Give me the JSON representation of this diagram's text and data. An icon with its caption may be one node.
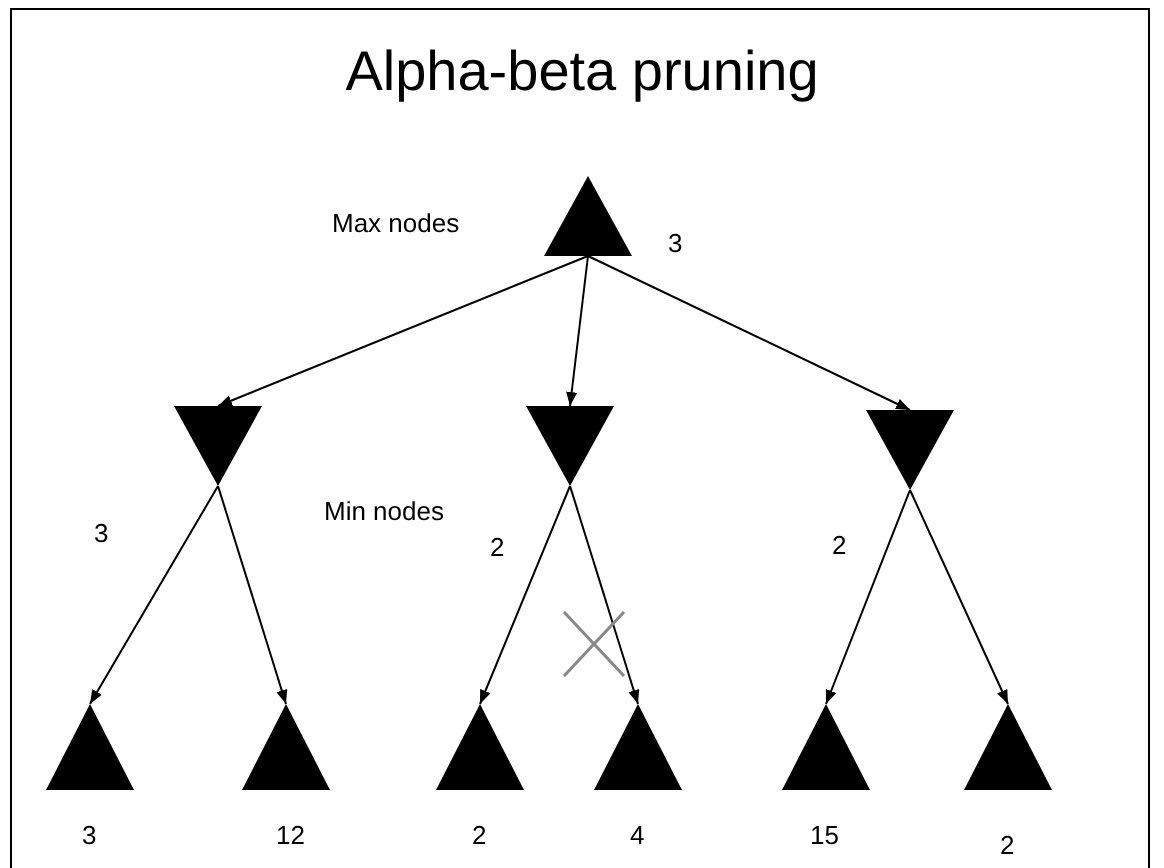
{
  "diagram": {
    "title": "Alpha-beta pruning",
    "nodes": [
      {
        "text": [],
        "shape": "triangle",
        "beside": [
          "3"
        ]
      },
      {
        "text": [],
        "shape": "triangle",
        "beside": [
          "3"
        ]
      },
      {
        "text": [],
        "shape": "triangle",
        "beside": [
          "2"
        ]
      },
      {
        "text": [],
        "shape": "triangle",
        "beside": [
          "2"
        ]
      },
      {
        "text": [],
        "shape": "triangle",
        "beside": [
          "3"
        ]
      },
      {
        "text": [],
        "shape": "triangle",
        "beside": [
          "12"
        ]
      },
      {
        "text": [],
        "shape": "triangle",
        "beside": [
          "2"
        ]
      },
      {
        "text": [],
        "shape": "triangle",
        "beside": [
          "4"
        ]
      },
      {
        "text": [],
        "shape": "triangle",
        "beside": [
          "15"
        ]
      },
      {
        "text": [],
        "shape": "triangle",
        "beside": [
          "2"
        ]
      }
    ],
    "edges": [
      {
        "from": 0,
        "to": 1,
        "arrow": "to"
      },
      {
        "from": 0,
        "to": 2,
        "arrow": "to"
      },
      {
        "from": 0,
        "to": 3,
        "arrow": "to"
      },
      {
        "from": 1,
        "to": 4,
        "arrow": "to"
      },
      {
        "from": 1,
        "to": 5,
        "arrow": "to"
      },
      {
        "from": 2,
        "to": 6,
        "arrow": "to"
      },
      {
        "from": 2,
        "to": 7,
        "arrow": "to"
      },
      {
        "from": 3,
        "to": 8,
        "arrow": "to"
      },
      {
        "from": 3,
        "to": 9,
        "arrow": "to"
      }
    ],
    "labels": [
      "Max nodes",
      "Min nodes"
    ]
  }
}
